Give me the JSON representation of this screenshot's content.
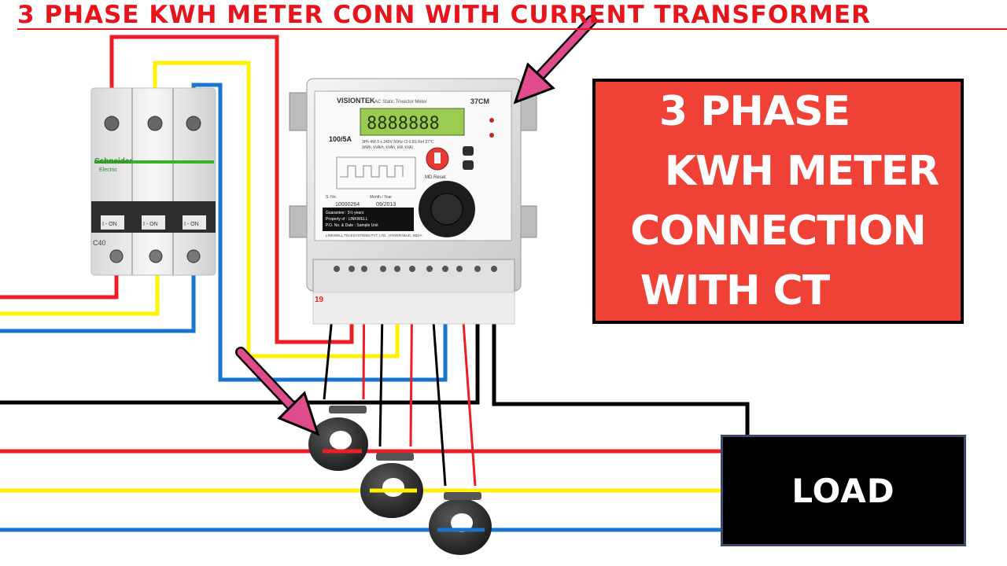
{
  "title": "3 PHASE KWH METER CONN WITH CURRENT TRANSFORMER",
  "colors": {
    "title": "#e8141c",
    "red_phase": "#ee1c24",
    "yellow_phase": "#fff200",
    "blue_phase": "#1874cd",
    "neutral": "#000000",
    "arrow": "#e04b8c",
    "info_box_bg": "#ef4136",
    "load_box_bg": "#000000"
  },
  "info_box": {
    "lines": [
      "3 PHASE",
      "KWH METER",
      "CONNECTION",
      "WITH CT"
    ]
  },
  "load": {
    "label": "LOAD"
  },
  "breaker": {
    "brand": "Schneider",
    "sub": "Electric",
    "rating": "C40",
    "lever": "I - ON"
  },
  "meter": {
    "brand": "VISIONTEK",
    "kind": "AC Static Trivector Meter",
    "model": "37CM",
    "display": "8888888",
    "rating": "100/5A",
    "spec": "3Ph 4W 3 x 240V 50Hz Cl 0.5S Ref 27°C",
    "units": "(kWh, kVArh, kVAh, kW, kVA)",
    "md_reset": "MD Reset",
    "serial_label": "S. No.",
    "month_year": "Month / Year",
    "serial": "10000264",
    "date": "09/2013",
    "guarantee": "Guarantee : 5½ years",
    "property": "Property of : LINKWELL",
    "po": "P.O. No. & Date : Sample Unit",
    "maker": "LINKWELL TELESYSTEMS PVT. LTD., HYDERABAD, INDIA",
    "terminal_mark": "19"
  }
}
